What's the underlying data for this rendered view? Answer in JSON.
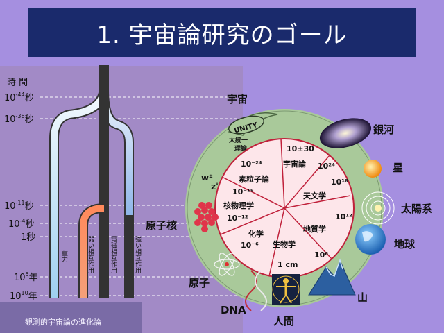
{
  "title": "1. 宇宙論研究のゴール",
  "caption": "観測的宇宙論の進化論",
  "time_axis": {
    "header": "時 間",
    "ticks": [
      {
        "base": "10",
        "exp": "-44",
        "unit": "秒"
      },
      {
        "base": "10",
        "exp": "-36",
        "unit": "秒"
      },
      {
        "base": "10",
        "exp": "-11",
        "unit": "秒"
      },
      {
        "base": "10",
        "exp": "-4",
        "unit": "秒"
      },
      {
        "base": "1",
        "exp": "",
        "unit": "秒"
      },
      {
        "base": "10",
        "exp": "5",
        "unit": "年"
      },
      {
        "base": "10",
        "exp": "10",
        "unit": "年"
      }
    ]
  },
  "forces": [
    {
      "label": "重力"
    },
    {
      "label": "弱い相互作用"
    },
    {
      "label": "電磁相互作用"
    },
    {
      "label": "強い相互作用"
    }
  ],
  "circle": {
    "unity": "UNITY",
    "grand_unified": "大統一理論",
    "wz": "W±Z°",
    "sectors": [
      {
        "name": "宇宙論",
        "scale": "10±30"
      },
      {
        "name": "天文学",
        "scale": "10^24"
      },
      {
        "name": "地質学",
        "scale": "10^18"
      },
      {
        "name": "生物学",
        "scale": "10^12"
      },
      {
        "name": "化学",
        "scale": "10^-6"
      },
      {
        "name": "核物理学",
        "scale": "10^-12"
      },
      {
        "name": "素粒子論",
        "scale": "10^-24"
      }
    ],
    "scale_labels": {
      "top": "10±30",
      "cosmo_24": "10²⁴",
      "astro_18": "10¹⁸",
      "geo_12": "10¹²",
      "bio_6": "10⁶",
      "cm": "1 cm",
      "chem": "10⁻⁶",
      "nuclear": "10⁻¹²",
      "particle_18": "10⁻¹⁸",
      "particle_24": "10⁻²⁴"
    },
    "sector_names": {
      "cosmology": "宇宙論",
      "astronomy": "天文学",
      "geology": "地質学",
      "biology": "生物学",
      "chemistry": "化学",
      "nuclear": "核物理学",
      "particle": "素粒子論"
    }
  },
  "outer_labels": {
    "universe": "宇宙",
    "galaxy": "銀河",
    "star": "星",
    "solar_system": "太陽系",
    "earth": "地球",
    "mountain": "山",
    "human": "人間",
    "dna": "DNA",
    "atom": "原子",
    "nucleus": "原子核"
  },
  "colors": {
    "title_bg": "#1a2a6c",
    "ring": "#a9c99a",
    "inner_circle": "#fde6ea",
    "sector_lines": "#c0203a"
  }
}
